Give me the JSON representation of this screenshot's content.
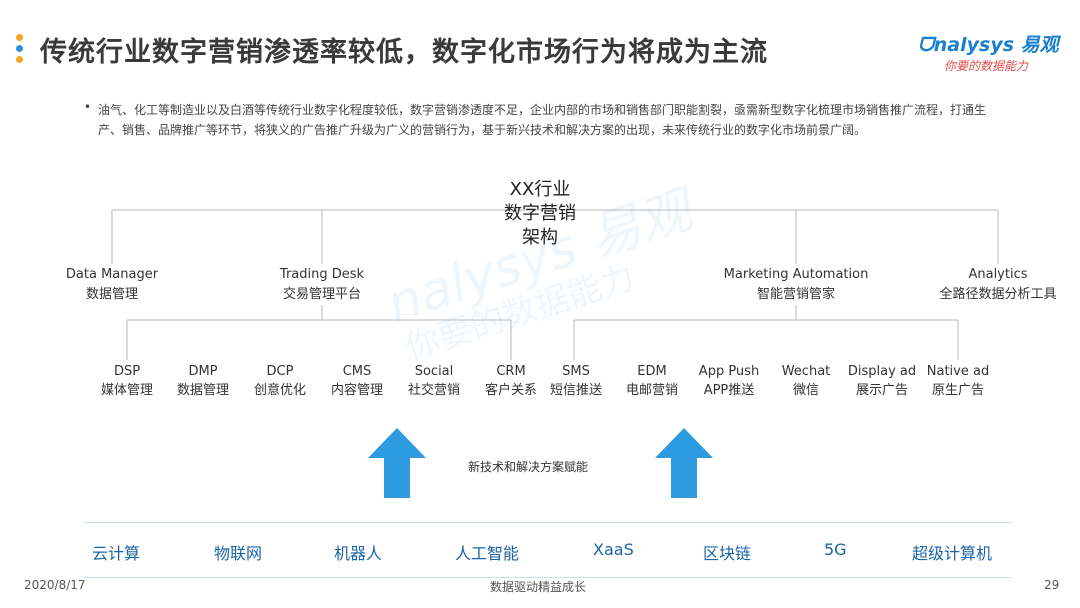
{
  "colors": {
    "dot1": "#f4a623",
    "dot2": "#2d8fd6",
    "dot3": "#f4a623",
    "arrow": "#2d9be0",
    "accent": "#1b64a8"
  },
  "header": {
    "title": "传统行业数字营销渗透率较低，数字化市场行为将成为主流"
  },
  "logo": {
    "main": "nalysys 易观",
    "sub": "你要的数据能力"
  },
  "watermark": {
    "main": "nalysys 易观",
    "sub": "你要的数据能力"
  },
  "intro": {
    "bullet": "•",
    "text": "油气、化工等制造业以及白酒等传统行业数字化程度较低，数字营销渗透度不足，企业内部的市场和销售部门职能割裂，亟需新型数字化梳理市场销售推广流程，打通生产、销售、品牌推广等环节，将狭义的广告推广升级为广义的营销行为，基于新兴技术和解决方案的出现，未来传统行业的数字化市场前景广阔。"
  },
  "diagram": {
    "center": [
      "XX行业",
      "数字营销",
      "架构"
    ],
    "top_nodes": [
      {
        "en": "Data Manager",
        "zh": "数据管理"
      },
      {
        "en": "Trading Desk",
        "zh": "交易管理平台"
      },
      {
        "en": "Marketing Automation",
        "zh": "智能营销管家"
      },
      {
        "en": "Analytics",
        "zh": "全路径数据分析工具"
      }
    ],
    "leaves": [
      {
        "en": "DSP",
        "zh": "媒体管理"
      },
      {
        "en": "DMP",
        "zh": "数据管理"
      },
      {
        "en": "DCP",
        "zh": "创意优化"
      },
      {
        "en": "CMS",
        "zh": "内容管理"
      },
      {
        "en": "Social",
        "zh": "社交营销"
      },
      {
        "en": "CRM",
        "zh": "客户关系"
      },
      {
        "en": "SMS",
        "zh": "短信推送"
      },
      {
        "en": "EDM",
        "zh": "电邮营销"
      },
      {
        "en": "App Push",
        "zh": "APP推送"
      },
      {
        "en": "Wechat",
        "zh": "微信"
      },
      {
        "en": "Display ad",
        "zh": "展示广告"
      },
      {
        "en": "Native ad",
        "zh": "原生广告"
      }
    ],
    "enable_label": "新技术和解决方案赋能",
    "tech": [
      "云计算",
      "物联网",
      "机器人",
      "人工智能",
      "XaaS",
      "区块链",
      "5G",
      "超级计算机"
    ]
  },
  "footer": {
    "date": "2020/8/17",
    "slogan": "数据驱动精益成长",
    "page": "29"
  }
}
